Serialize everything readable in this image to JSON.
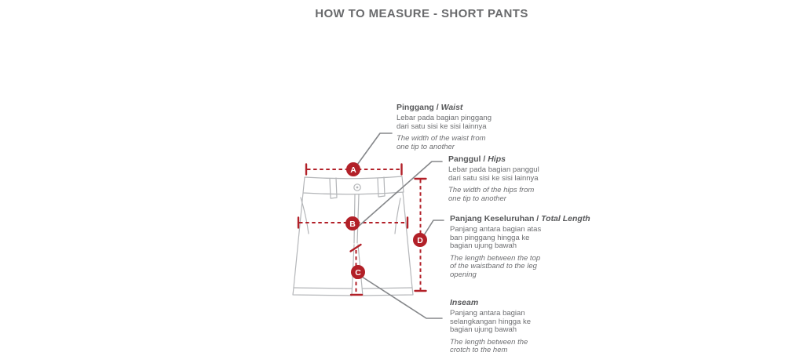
{
  "title": "HOW TO MEASURE - SHORT PANTS",
  "colors": {
    "red": "#b22028",
    "gray_leader": "#85878a",
    "gray_outline": "#b4b6b9",
    "gray_title": "#696a6c",
    "gray_heading": "#57585a",
    "gray_body": "#6d6e71"
  },
  "sections": [
    {
      "letter": "A",
      "heading_id": "Pinggang",
      "heading_sep": " / ",
      "heading_en": "Waist",
      "body_id": "Lebar pada bagian pinggang\ndari satu sisi ke sisi lainnya",
      "body_en": "The width of the waist from\none tip to another"
    },
    {
      "letter": "B",
      "heading_id": "Panggul",
      "heading_sep": " / ",
      "heading_en": "Hips",
      "body_id": "Lebar pada bagian panggul\ndari satu sisi ke sisi lainnya",
      "body_en": "The width of the hips from\none tip to another"
    },
    {
      "letter": "D",
      "heading_id": "Panjang Keseluruhan",
      "heading_sep": " / ",
      "heading_en": "Total Length",
      "body_id": "Panjang antara bagian atas\nban pinggang hingga ke\nbagian ujung bawah",
      "body_en": "The length between the top\nof the waistband to the leg\nopening"
    },
    {
      "letter": "C",
      "heading_id": "",
      "heading_sep": "",
      "heading_en": "Inseam",
      "body_id": "Panjang antara bagian\nselangkangan hingga ke\nbagian ujung bawah",
      "body_en": "The length between the\ncrotch to the hem"
    }
  ]
}
